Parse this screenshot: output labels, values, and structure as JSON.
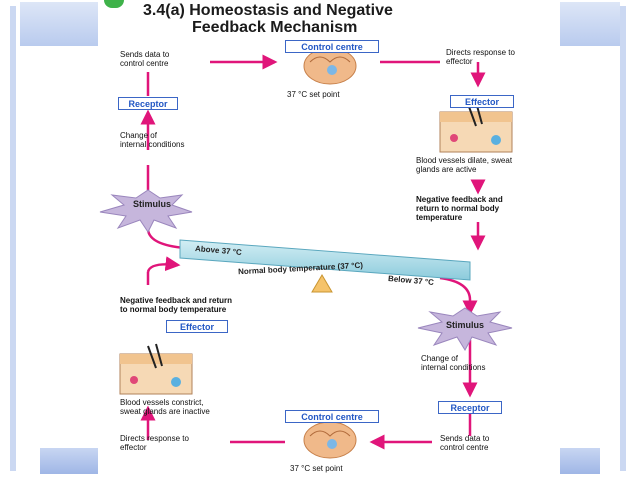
{
  "title_line1": "3.4(a) Homeostasis and Negative",
  "title_line2": "Feedback Mechanism",
  "upper": {
    "control_centre": "Control centre",
    "set_point": "37 °C set point",
    "sends_data": "Sends data to\ncontrol centre",
    "directs_response": "Directs response to\neffector",
    "receptor": "Receptor",
    "effector": "Effector",
    "change": "Change of\ninternal conditions",
    "effector_action": "Blood vessels dilate, sweat\nglands are active",
    "stimulus": "Stimulus",
    "feedback": "Negative feedback and\nreturn to normal body\ntemperature"
  },
  "beam": {
    "above": "Above 37 °C",
    "normal": "Normal body temperature (37 °C)",
    "below": "Below 37 °C"
  },
  "lower": {
    "feedback": "Negative feedback and return\nto normal body temperature",
    "effector": "Effector",
    "effector_action": "Blood vessels constrict,\nsweat glands are inactive",
    "stimulus": "Stimulus",
    "change": "Change of\ninternal conditions",
    "receptor": "Receptor",
    "control_centre": "Control centre",
    "directs_response": "Directs response to\neffector",
    "sends_data": "Sends data to\ncontrol centre",
    "set_point": "37 °C set point"
  },
  "colors": {
    "arrow": "#e0157a",
    "box_border": "#3b66c6",
    "box_text": "#2257c4",
    "beam": "#a9d9e6",
    "stimulus": "#c6b6dc"
  }
}
